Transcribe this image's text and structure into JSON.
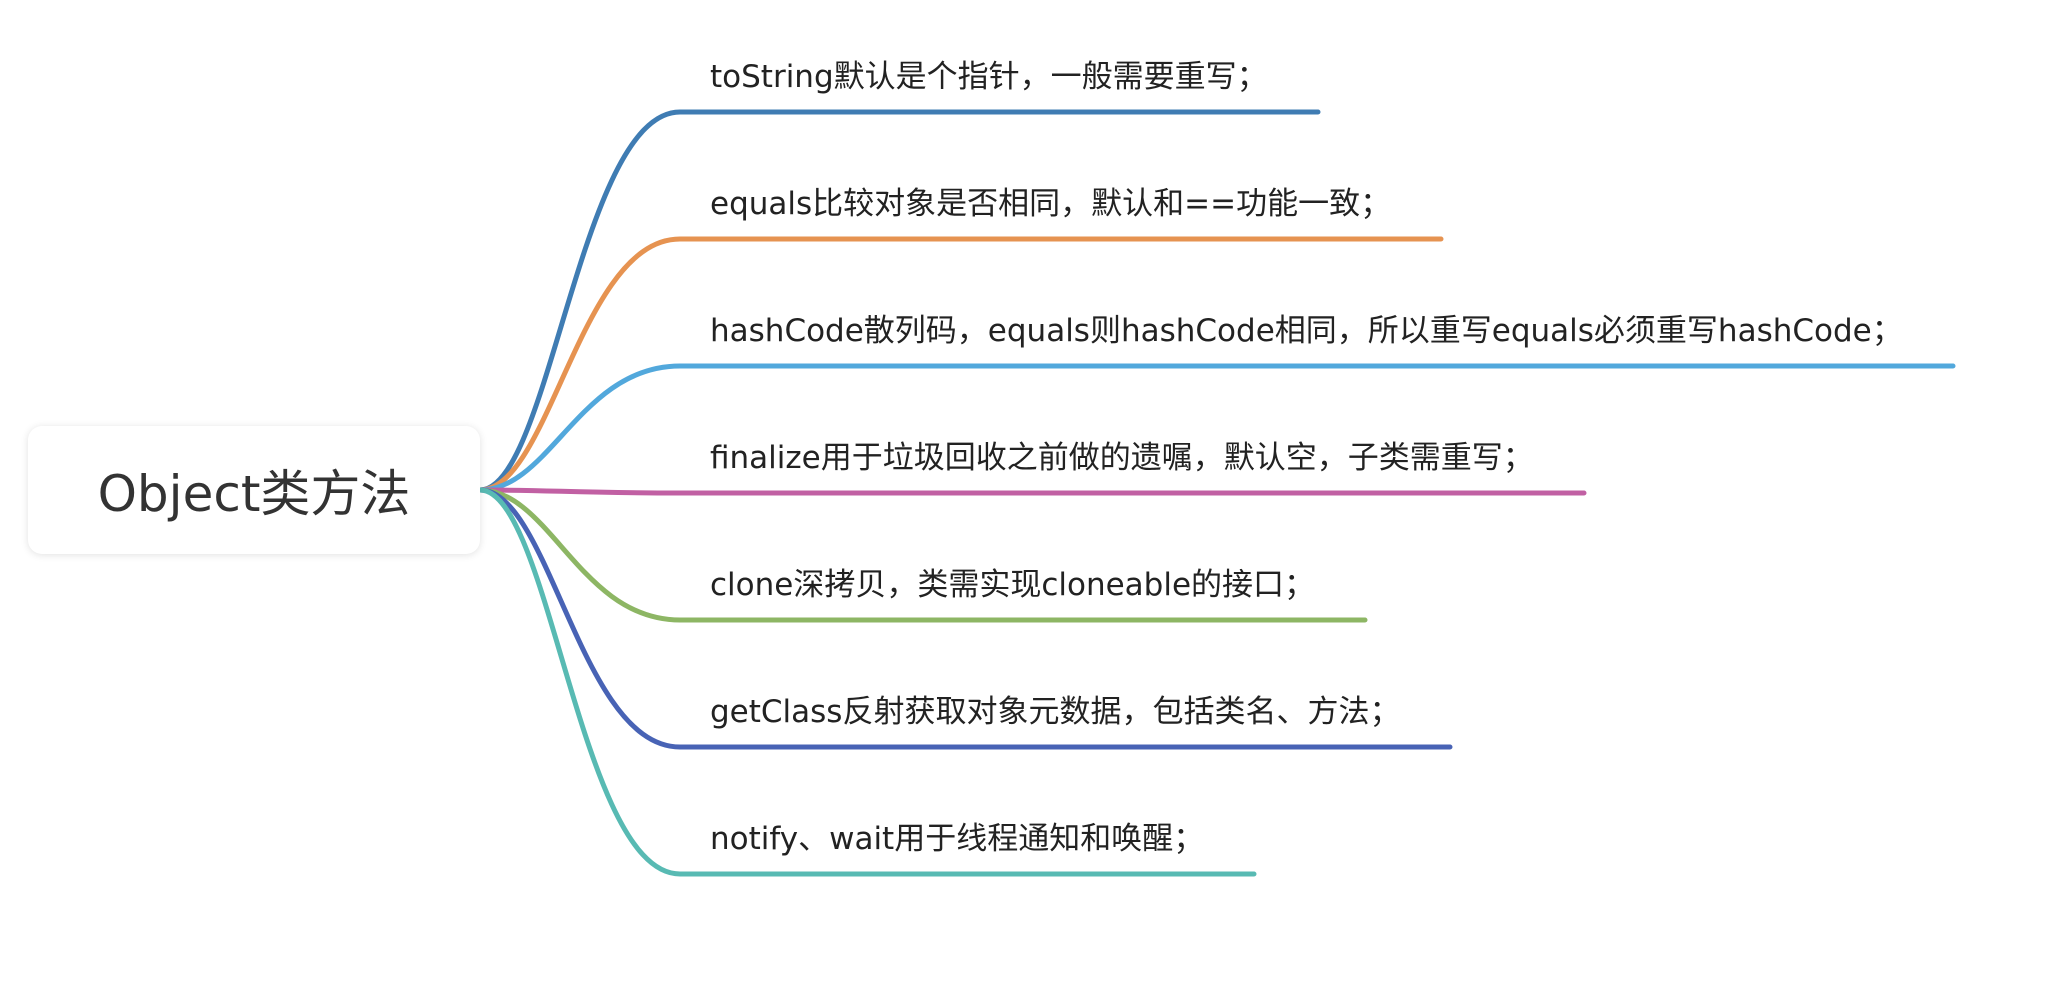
{
  "root": {
    "label": "Object类方法"
  },
  "branches": [
    {
      "label": "toString默认是个指针，一般需要重写；",
      "color": "#3f7cb3"
    },
    {
      "label": "equals比较对象是否相同，默认和==功能一致；",
      "color": "#e69351"
    },
    {
      "label": "hashCode散列码，equals则hashCode相同，所以重写equals必须重写hashCode；",
      "color": "#52a8dc"
    },
    {
      "label": "finalize用于垃圾回收之前做的遗嘱，默认空，子类需重写；",
      "color": "#c160a3"
    },
    {
      "label": "clone深拷贝，类需实现cloneable的接口；",
      "color": "#8db664"
    },
    {
      "label": "getClass反射获取对象元数据，包括类名、方法；",
      "color": "#4863b5"
    },
    {
      "label": "notify、wait用于线程通知和唤醒；",
      "color": "#58bab3"
    }
  ]
}
